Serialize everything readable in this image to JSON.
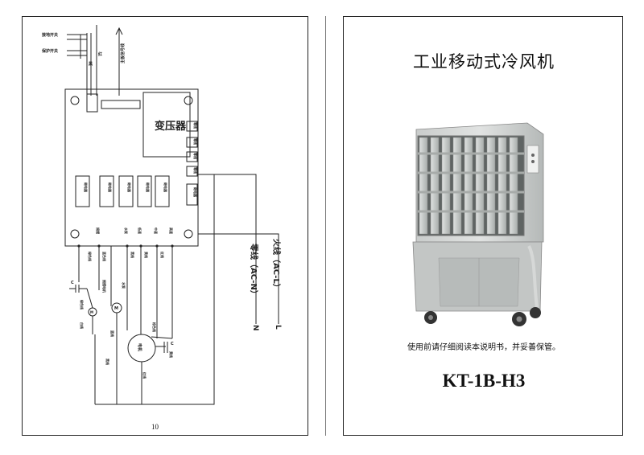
{
  "left_page": {
    "page_number": "10",
    "labels": {
      "top_left_a": "接地开关",
      "top_left_b": "保护开关",
      "wire_red": "红",
      "wire_black": "黑",
      "main_signal": "主板信号线",
      "transformer": "变压器",
      "relays": [
        "继电器",
        "继电器",
        "继电器",
        "继电器",
        "继电器"
      ],
      "relay_small": "继电器",
      "terminals_side": [
        "零线",
        "零线",
        "零线",
        "零线"
      ],
      "bottom_terms": [
        "摇摆",
        "水泵",
        "低速",
        "中速",
        "高速"
      ],
      "colors_row": [
        "绿色线",
        "蓝色线",
        "黑线",
        "黄线",
        "红线"
      ],
      "live_wire": "火线（AC-L）",
      "neutral_wire": "零线（AC-N）",
      "L": "L",
      "N": "N",
      "cap_c": "C",
      "swing_motor": "摇摆电机",
      "pump": "水泵",
      "pump_motor": "M",
      "fan_motor": "电机",
      "white_wire": "白线",
      "blue_wire": "蓝线",
      "green_wire": "绿色线",
      "yellow_wire": "黄线",
      "black_wire": "黑线",
      "brown_wire": "棕色线",
      "red_wire": "红线"
    }
  },
  "right_page": {
    "title": "工业移动式冷风机",
    "note": "使用前请仔细阅读本说明书，并妥善保管。",
    "model": "KT-1B-H3"
  }
}
